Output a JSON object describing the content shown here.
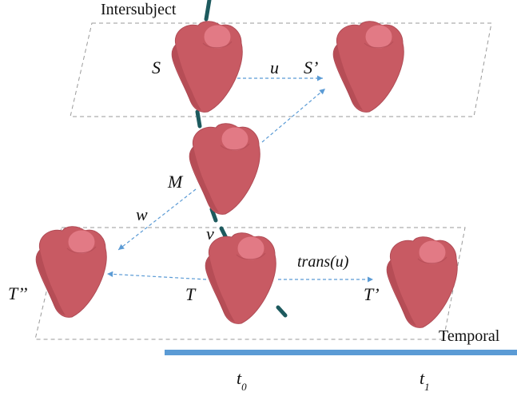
{
  "colors": {
    "heart_body": "#c85a63",
    "heart_shadow": "#a8434d",
    "heart_cap": "#e27a85",
    "arrow": "#5b9bd5",
    "dashed_plane": "#9a9a9a",
    "axis": "#1d5a5e",
    "timeline": "#5b9bd5"
  },
  "labels": {
    "intersubject": "Intersubject",
    "temporal": "Temporal",
    "S": "S",
    "S_prime": "S’",
    "M": "M",
    "T": "T",
    "T_prime": "T’",
    "T_double_prime": "T’’",
    "u": "u",
    "v": "v",
    "w": "w",
    "trans_u": "trans(u)"
  },
  "timeline": {
    "t0_base": "t",
    "t0_sub": "0",
    "t1_base": "t",
    "t1_sub": "1"
  }
}
